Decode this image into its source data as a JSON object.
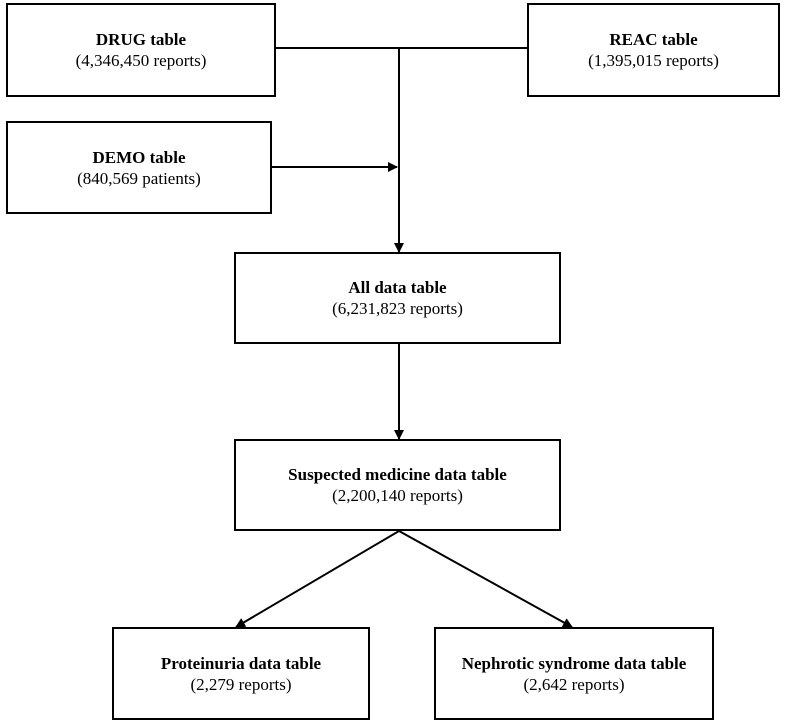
{
  "boxes": {
    "drug": {
      "title": "DRUG table",
      "count": "(4,346,450 reports)"
    },
    "reac": {
      "title": "REAC table",
      "count": "(1,395,015 reports)"
    },
    "demo": {
      "title": "DEMO table",
      "count": "(840,569 patients)"
    },
    "all_data": {
      "title": "All data table",
      "count": "(6,231,823 reports)"
    },
    "suspected": {
      "title": "Suspected medicine data table",
      "count": "(2,200,140 reports)"
    },
    "proteinuria": {
      "title": "Proteinuria data table",
      "count": "(2,279 reports)"
    },
    "nephrotic": {
      "title": "Nephrotic syndrome data table",
      "count": "(2,642 reports)"
    }
  }
}
